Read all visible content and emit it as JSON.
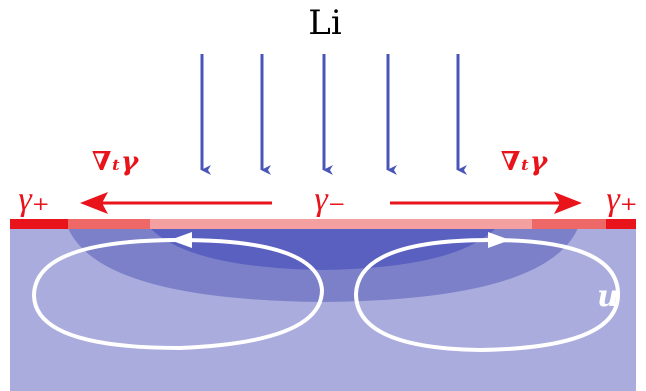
{
  "labels": {
    "species": "Li",
    "gamma_plus_left": "γ₊",
    "gamma_minus": "γ₋",
    "gamma_plus_right": "γ₊",
    "grad_left": "∇ₜγ",
    "grad_right": "∇ₜγ",
    "velocity": "u"
  },
  "colors": {
    "flux_arrow": "#4a55b8",
    "surface_red": "#e8131b",
    "surface_pink": "#ee6868",
    "surface_lightpink": "#f5a0a0",
    "fluid": "#a9acdc",
    "dense_region": "#7c80c8",
    "core_region": "#5a60c0",
    "vortex": "#ffffff"
  },
  "icons": [
    "flux-arrow-icon",
    "gradient-arrow-icon",
    "vortex-icon"
  ]
}
